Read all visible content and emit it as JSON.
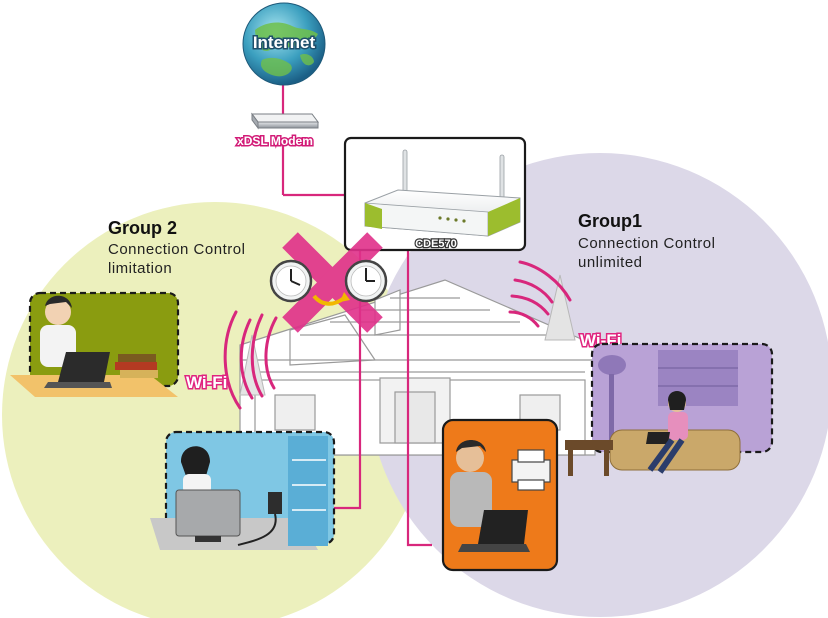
{
  "internet": {
    "label": "Internet"
  },
  "modem": {
    "label": "xDSL Modem"
  },
  "router": {
    "label": "CDE570"
  },
  "group2": {
    "title": "Group 2",
    "line1": "Connection Control",
    "line2": "limitation",
    "wifi": "Wi-Fi",
    "color": "#ecf0bd"
  },
  "group1": {
    "title": "Group1",
    "line1": "Connection Control",
    "line2": "unlimited",
    "wifi": "Wi-Fi",
    "color": "#dcd8e8"
  },
  "colors": {
    "accent": "#e0247f",
    "link": "#d8277c",
    "router_green": "#9cbd2e"
  },
  "icons": [
    "globe-icon",
    "modem-icon",
    "router-icon",
    "clock-icon",
    "blocked-x-icon",
    "wifi-waves-icon",
    "laptop-icon",
    "desktop-icon",
    "printer-icon",
    "house-icon"
  ]
}
